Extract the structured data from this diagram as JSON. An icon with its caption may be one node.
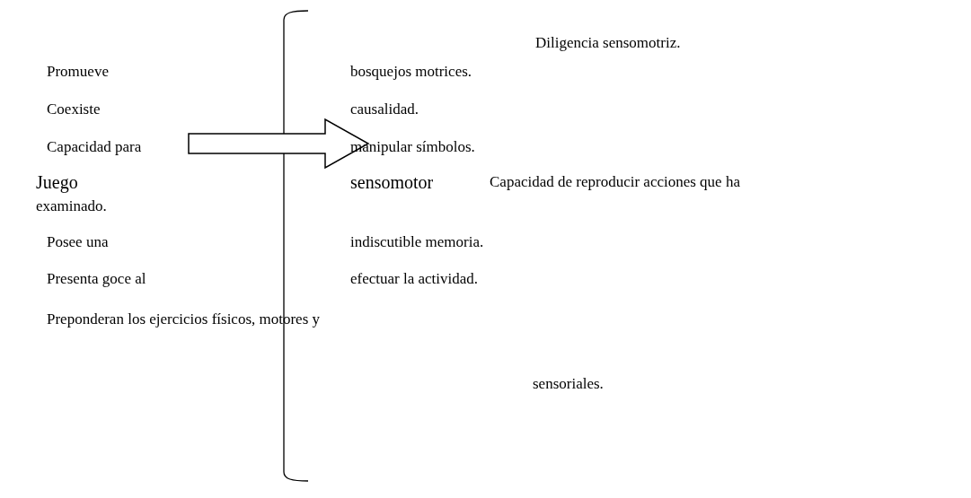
{
  "diagram": {
    "labels": [
      "Diligencia sensomotriz.",
      "Promueve",
      "bosquejos motrices.",
      "Coexiste",
      "causalidad.",
      "Capacidad para",
      "manipular símbolos.",
      "Juego",
      "sensomotor",
      "Capacidad de reproducir acciones que ha",
      "examinado.",
      "Posee una",
      "indiscutible memoria.",
      "Presenta goce al",
      "efectuar la actividad.",
      "Preponderan los ejercicios físicos, motores y",
      "sensoriales."
    ]
  }
}
